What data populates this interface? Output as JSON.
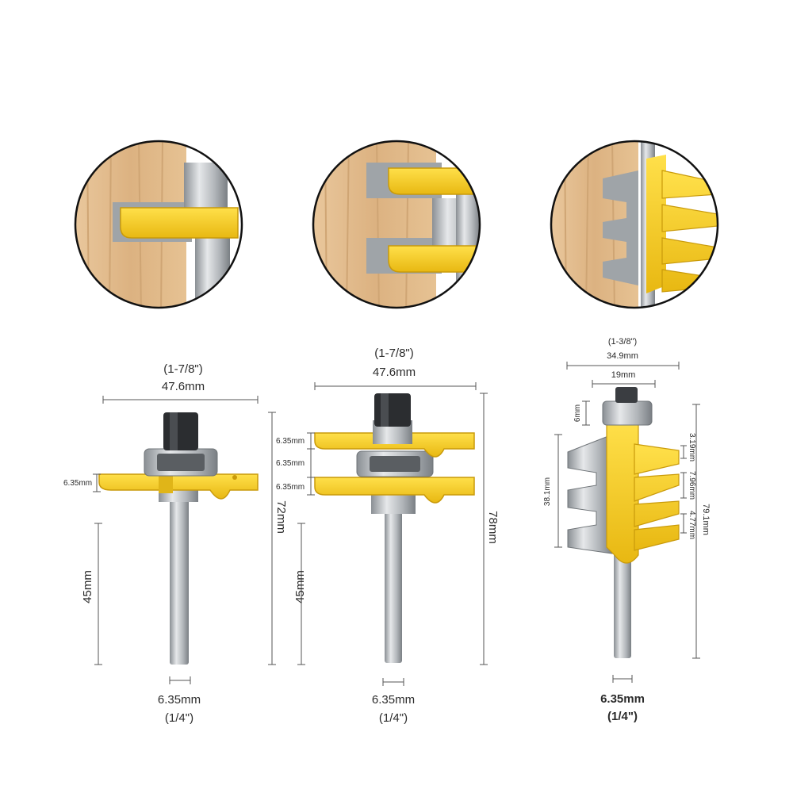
{
  "bit1": {
    "width_frac": "(1-7/8\")",
    "width_mm": "47.6mm",
    "cutter_thickness": "6.35mm",
    "total_length": "72mm",
    "shank_length": "45mm",
    "shank_dia_mm": "6.35mm",
    "shank_dia_frac": "(1/4\")"
  },
  "bit2": {
    "width_frac": "(1-7/8\")",
    "width_mm": "47.6mm",
    "cutter_top": "6.35mm",
    "gap": "6.35mm",
    "cutter_bottom": "6.35mm",
    "total_length": "78mm",
    "shank_length": "45mm",
    "shank_dia_mm": "6.35mm",
    "shank_dia_frac": "(1/4\")"
  },
  "bit3": {
    "width_frac": "(1-3/8\")",
    "width_mm": "34.9mm",
    "bearing_dia": "19mm",
    "bearing_height": "6mm",
    "cutting_height": "38.1mm",
    "tooth_1": "3.19mm",
    "tooth_2": "7.96mm",
    "tooth_3": "4.77mm",
    "total_length": "79.1mm",
    "shank_dia_mm": "6.35mm",
    "shank_dia_frac": "(1/4\")"
  },
  "colors": {
    "yellow": "#f2c81e",
    "yellow_dark": "#c99a0a",
    "steel": "#b8bcc0",
    "steel_dark": "#7d8287",
    "wood": "#e3bd8e",
    "wood_dark": "#c9a070"
  }
}
